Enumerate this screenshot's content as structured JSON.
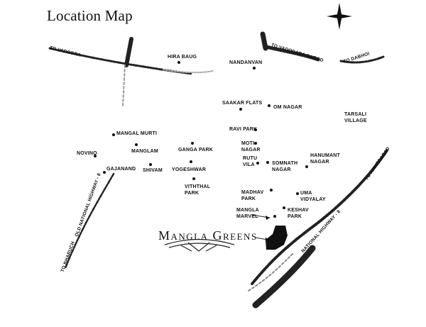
{
  "title": "Location Map",
  "brand": {
    "name": "Mangla Greens"
  },
  "places": [
    {
      "id": "hira-baug",
      "label": "HIRA BAUG"
    },
    {
      "id": "nandanvan",
      "label": "NANDANVAN"
    },
    {
      "id": "saakar-flats",
      "label": "SAAKAR FLATS"
    },
    {
      "id": "om-nagar",
      "label": "OM NAGAR"
    },
    {
      "id": "tarsali-village",
      "label": "TARSALI\nVILLAGE"
    },
    {
      "id": "ravi-park",
      "label": "RAVI PARK"
    },
    {
      "id": "mangal-murti",
      "label": "MANGAL MURTI"
    },
    {
      "id": "moti-nagar",
      "label": "MOTI\nNAGAR"
    },
    {
      "id": "novino",
      "label": "NOVINO"
    },
    {
      "id": "manglam",
      "label": "MANGLAM"
    },
    {
      "id": "ganga-park",
      "label": "GANGA PARK"
    },
    {
      "id": "hanumant-nagar",
      "label": "HANUMANT\nNAGAR"
    },
    {
      "id": "rutu-vila",
      "label": "RUTU\nVILA"
    },
    {
      "id": "somnath-nagar",
      "label": "SOMNATH\nNAGAR"
    },
    {
      "id": "gajanand",
      "label": "GAJANAND"
    },
    {
      "id": "shivam",
      "label": "SHIVAM"
    },
    {
      "id": "yogeshwar",
      "label": "YOGESHWAR"
    },
    {
      "id": "viththal-park",
      "label": "VITHTHAL\nPARK"
    },
    {
      "id": "madhav-park",
      "label": "MADHAV\nPARK"
    },
    {
      "id": "uma-vidyalay",
      "label": "UMA\nVIDYALAY"
    },
    {
      "id": "mangla-marvel",
      "label": "MANGLA\nMARVEL"
    },
    {
      "id": "keshav-park",
      "label": "KESHAV\nPARK"
    }
  ],
  "roads": {
    "to_vadodara_w": "TO VADODRA",
    "to_vadodara_n": "TO VADODARA BAROD",
    "to_dabhoi": "TO DABHOI",
    "to_ahmedabad": "TO AHMEDABAD",
    "to_bharuch": "TO BHARUCH",
    "old_nh": "OLD NATIONAL HIGHWAY - 8",
    "nh": "NATIONAL HIGHWAY - 8"
  },
  "icons": {
    "compass": "compass-rose-icon"
  }
}
